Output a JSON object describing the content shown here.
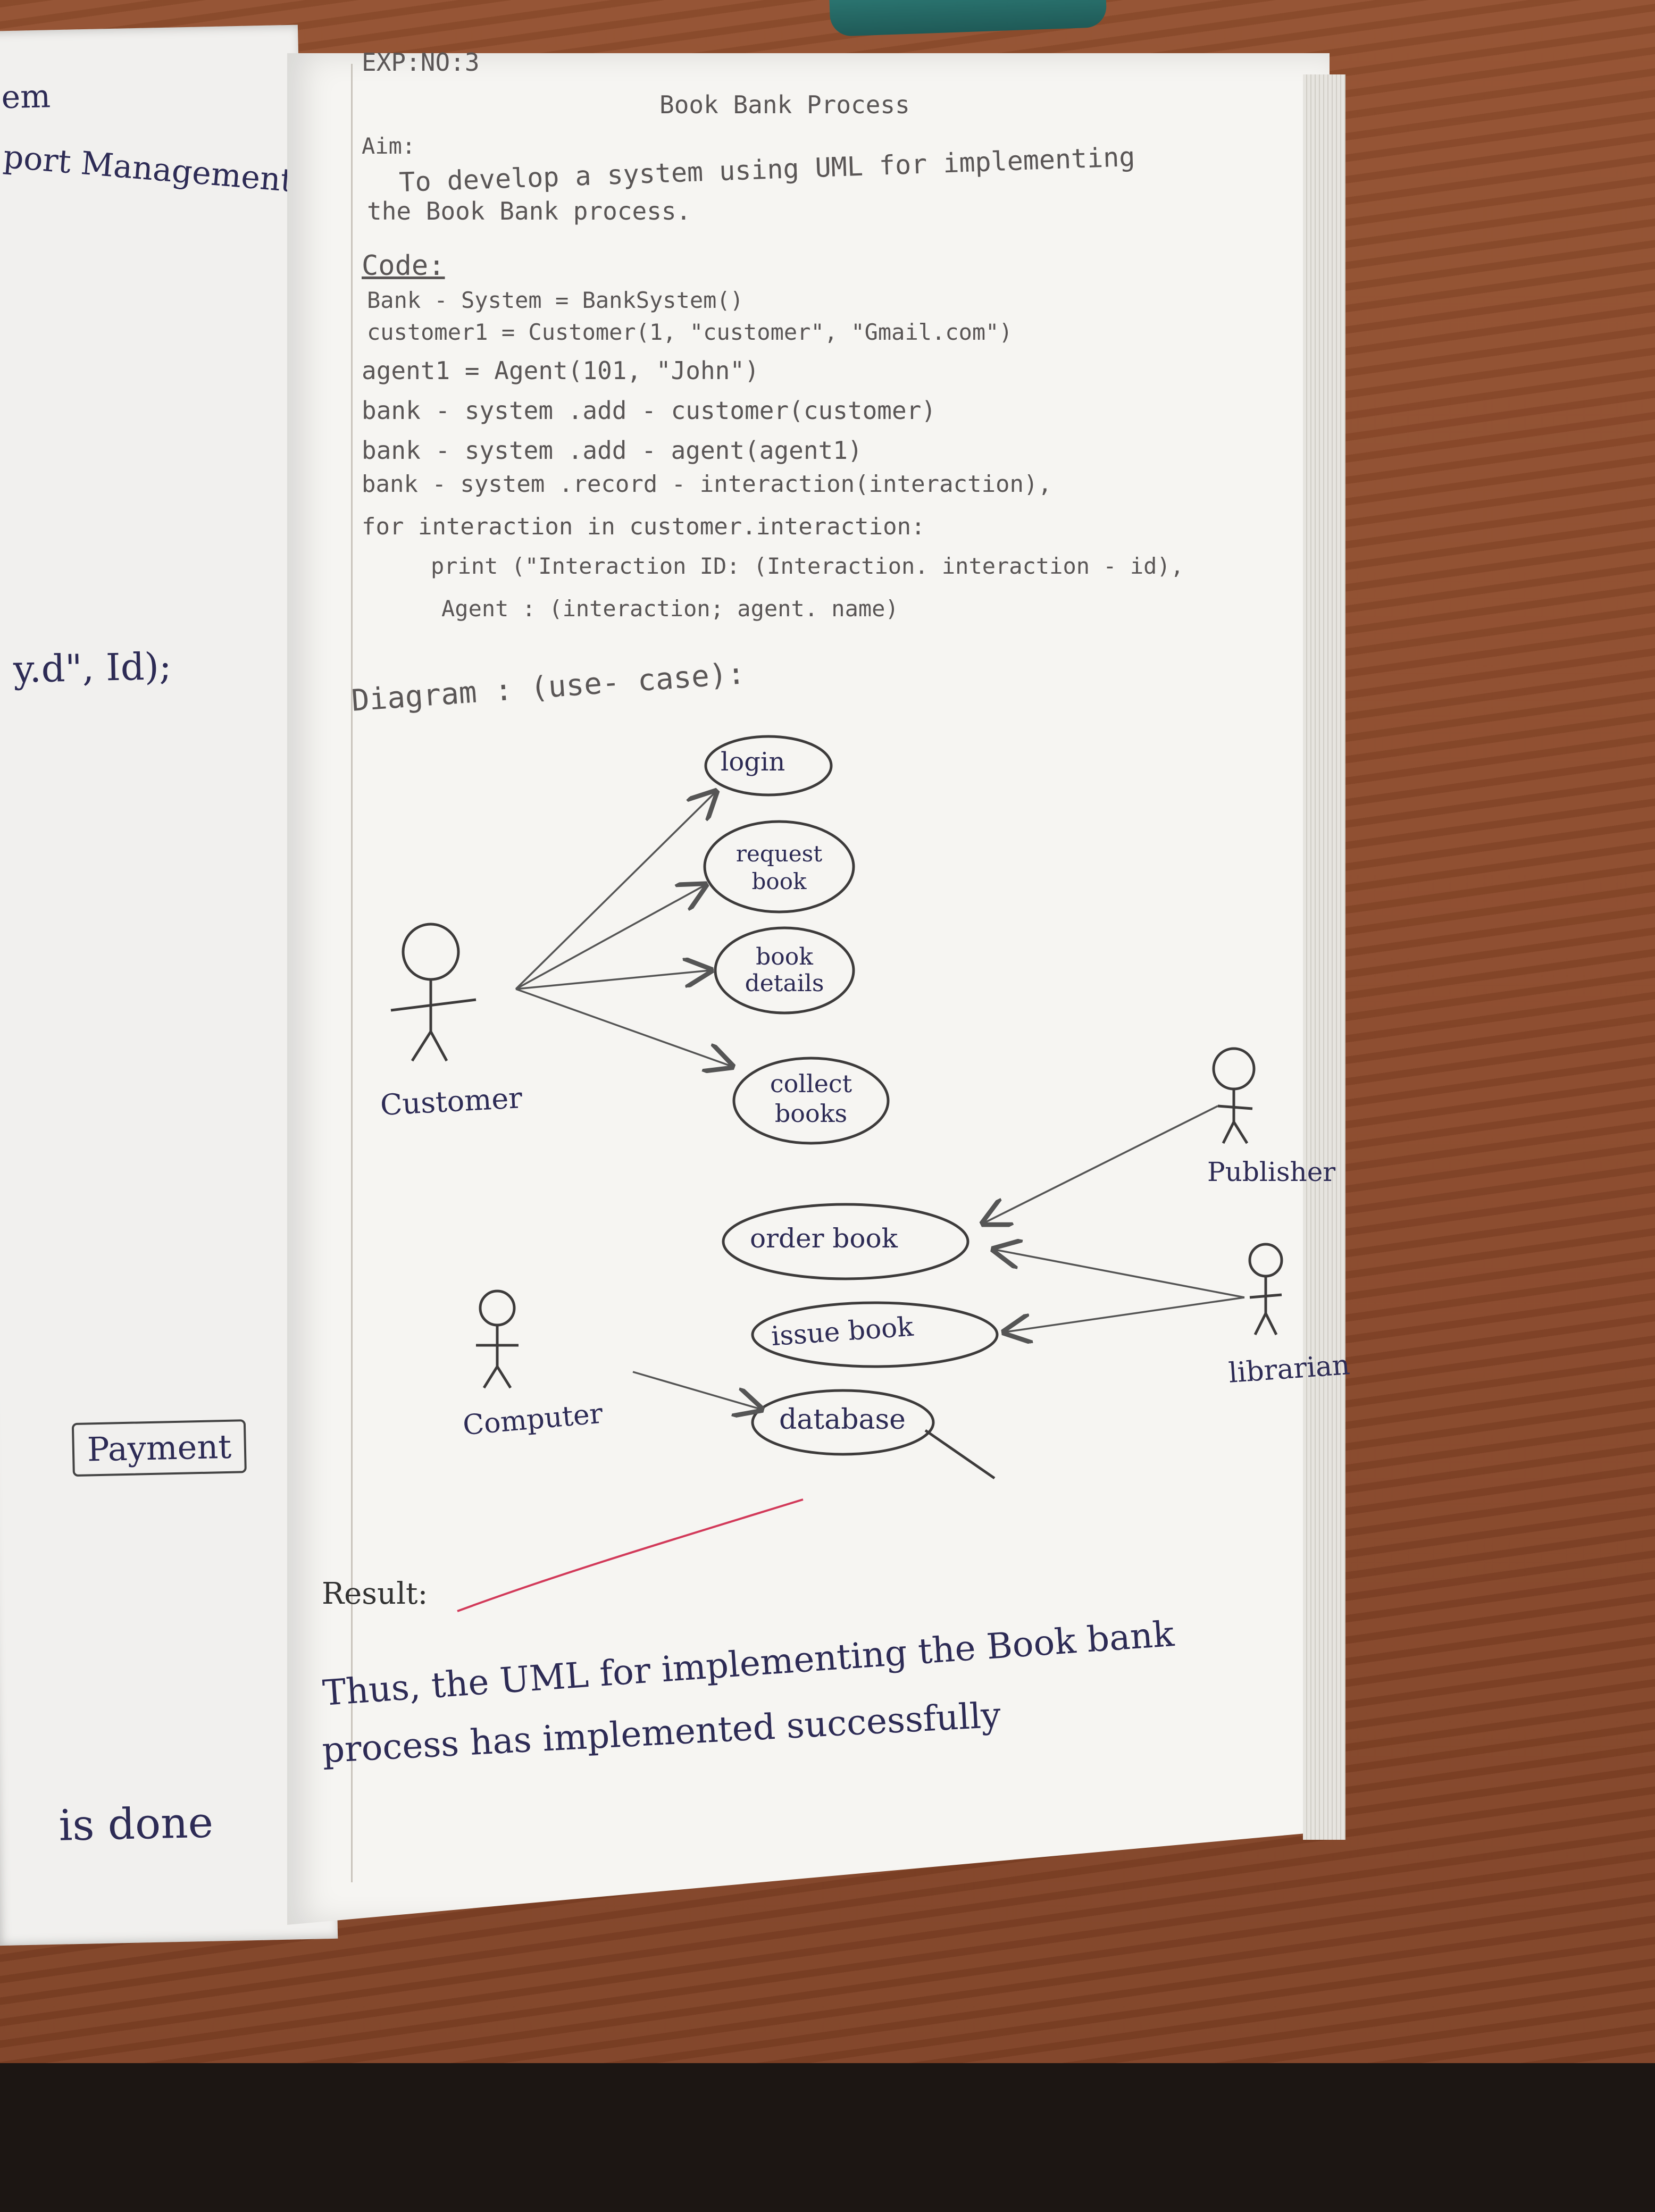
{
  "left_page": {
    "header_fragment": "em",
    "title_fragment": "port Management",
    "code_fragment": "y.d\", Id);",
    "payment_label": "Payment",
    "footer_fragment": "is done"
  },
  "right_page": {
    "exp_no": "EXP:NO:3",
    "title": "Book Bank Process",
    "aim_label": "Aim:",
    "aim_line1": "To develop a system using UML for implementing",
    "aim_line2": "the Book Bank process.",
    "code_label": "Code:",
    "code_lines": [
      "Bank - System = BankSystem()",
      "customer1 = Customer(1, \"customer\", \"Gmail.com\")",
      "agent1 = Agent(101, \"John\")",
      "bank - system .add - customer(customer)",
      "bank - system .add - agent(agent1)",
      "bank - system .record - interaction(interaction),",
      "for interaction in customer.interaction:",
      "print (\"Interaction ID: (Interaction. interaction - id),",
      "Agent : (interaction; agent. name)"
    ],
    "diagram_label": "Diagram : (use- case):",
    "actors": {
      "customer": "Customer",
      "publisher": "Publisher",
      "librarian": "librarian",
      "computer": "Computer"
    },
    "use_cases": {
      "login": "login",
      "request_book": "request book",
      "book_details": "book details",
      "collect_books": "collect books",
      "order_book": "order book",
      "issue_book": "issue book",
      "database": "database"
    },
    "result_label": "Result:",
    "result_line1": "Thus, the UML for implementing the Book bank",
    "result_line2": "process has implemented successfully"
  },
  "colors": {
    "ink": "#2d2b55",
    "pencil": "#5a5656",
    "paper": "#f6f5f2",
    "desk": "#8a4a2c",
    "red_pen": "#d23a5a"
  }
}
